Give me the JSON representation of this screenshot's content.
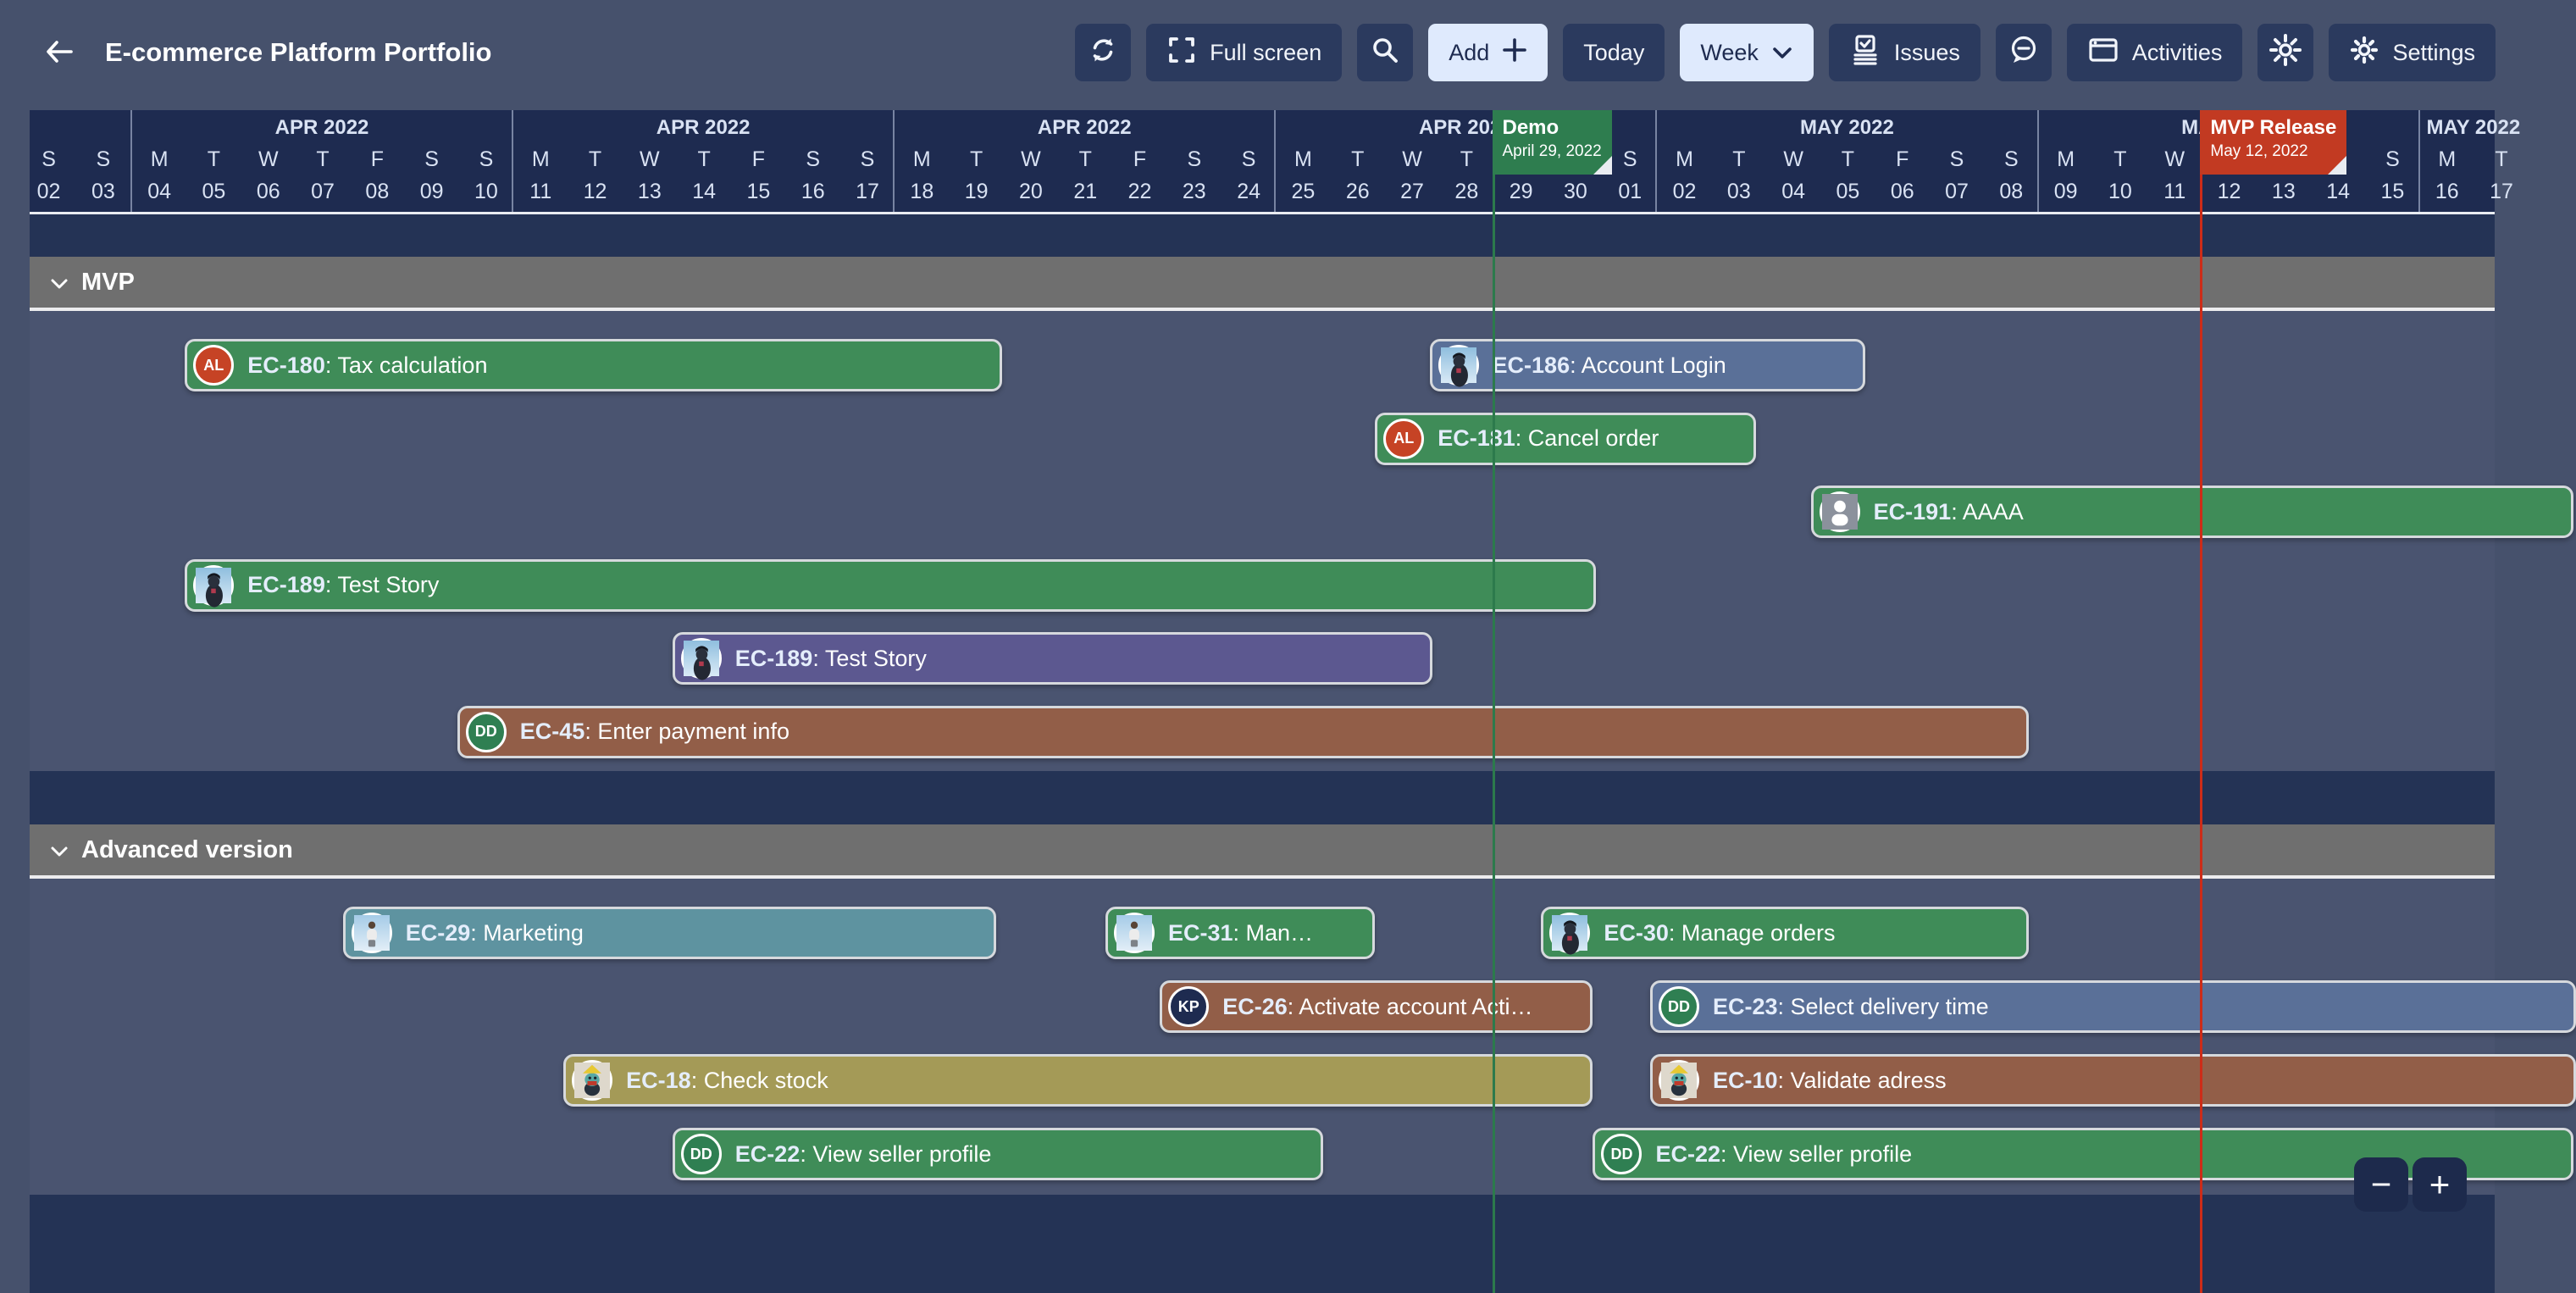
{
  "toolbar": {
    "title": "E-commerce Platform Portfolio",
    "buttons": [
      {
        "name": "refresh",
        "label": "",
        "icon": "refresh-icon",
        "style": "dark"
      },
      {
        "name": "fullscreen",
        "label": "Full screen",
        "icon": "fullscreen-icon",
        "style": "dark"
      },
      {
        "name": "search",
        "label": "",
        "icon": "search-icon",
        "style": "dark"
      },
      {
        "name": "add",
        "label": "Add",
        "icon": "plus-icon",
        "style": "light",
        "icon_position": "right"
      },
      {
        "name": "today",
        "label": "Today",
        "icon": "",
        "style": "dark"
      },
      {
        "name": "week",
        "label": "Week",
        "icon": "chevron-down-icon",
        "style": "light",
        "icon_position": "right"
      },
      {
        "name": "issues",
        "label": "Issues",
        "icon": "issues-icon",
        "style": "dark"
      },
      {
        "name": "comments",
        "label": "",
        "icon": "comment-icon",
        "style": "dark"
      },
      {
        "name": "activities",
        "label": "Activities",
        "icon": "activities-icon",
        "style": "dark"
      },
      {
        "name": "theme",
        "label": "",
        "icon": "sun-icon",
        "style": "dark"
      },
      {
        "name": "settings",
        "label": "Settings",
        "icon": "gear-icon",
        "style": "dark"
      }
    ]
  },
  "timeline": {
    "weeks": [
      {
        "start": 0,
        "month_label": "",
        "days": [
          {
            "d": "S",
            "n": "02"
          },
          {
            "d": "S",
            "n": "03"
          }
        ]
      },
      {
        "start": 2,
        "month_label": "APR 2022",
        "days": [
          {
            "d": "M",
            "n": "04"
          },
          {
            "d": "T",
            "n": "05"
          },
          {
            "d": "W",
            "n": "06"
          },
          {
            "d": "T",
            "n": "07"
          },
          {
            "d": "F",
            "n": "08"
          },
          {
            "d": "S",
            "n": "09"
          },
          {
            "d": "S",
            "n": "10"
          }
        ]
      },
      {
        "start": 9,
        "month_label": "APR 2022",
        "days": [
          {
            "d": "M",
            "n": "11"
          },
          {
            "d": "T",
            "n": "12"
          },
          {
            "d": "W",
            "n": "13"
          },
          {
            "d": "T",
            "n": "14"
          },
          {
            "d": "F",
            "n": "15"
          },
          {
            "d": "S",
            "n": "16"
          },
          {
            "d": "S",
            "n": "17"
          }
        ]
      },
      {
        "start": 16,
        "month_label": "APR 2022",
        "days": [
          {
            "d": "M",
            "n": "18"
          },
          {
            "d": "T",
            "n": "19"
          },
          {
            "d": "W",
            "n": "20"
          },
          {
            "d": "T",
            "n": "21"
          },
          {
            "d": "F",
            "n": "22"
          },
          {
            "d": "S",
            "n": "23"
          },
          {
            "d": "S",
            "n": "24"
          }
        ]
      },
      {
        "start": 23,
        "month_label": "APR 2022",
        "days": [
          {
            "d": "M",
            "n": "25"
          },
          {
            "d": "T",
            "n": "26"
          },
          {
            "d": "W",
            "n": "27"
          },
          {
            "d": "T",
            "n": "28"
          },
          {
            "d": "F",
            "n": "29"
          },
          {
            "d": "S",
            "n": "30"
          },
          {
            "d": "S",
            "n": "01"
          }
        ]
      },
      {
        "start": 30,
        "month_label": "MAY 2022",
        "days": [
          {
            "d": "M",
            "n": "02"
          },
          {
            "d": "T",
            "n": "03"
          },
          {
            "d": "W",
            "n": "04"
          },
          {
            "d": "T",
            "n": "05"
          },
          {
            "d": "F",
            "n": "06"
          },
          {
            "d": "S",
            "n": "07"
          },
          {
            "d": "S",
            "n": "08"
          }
        ]
      },
      {
        "start": 37,
        "month_label": "MAY 2022",
        "days": [
          {
            "d": "M",
            "n": "09"
          },
          {
            "d": "T",
            "n": "10"
          },
          {
            "d": "W",
            "n": "11"
          },
          {
            "d": "T",
            "n": "12"
          },
          {
            "d": "F",
            "n": "13"
          },
          {
            "d": "S",
            "n": "14"
          },
          {
            "d": "S",
            "n": "15"
          }
        ]
      },
      {
        "start": 44,
        "month_label": "MAY 2022",
        "days": [
          {
            "d": "M",
            "n": "16"
          },
          {
            "d": "T",
            "n": "17"
          }
        ]
      }
    ],
    "markers": [
      {
        "title": "Demo",
        "date": "April 29, 2022",
        "day": 27,
        "box_color": "#2e7d4f",
        "line_color": "#2c7a4c"
      },
      {
        "title": "MVP Release",
        "date": "May 12, 2022",
        "day": 40,
        "box_color": "#c23a22",
        "line_color": "#cd2c18"
      }
    ]
  },
  "sections": [
    {
      "label": "MVP",
      "tasks": [
        {
          "key": "EC-180",
          "title": "Tax calculation",
          "color": "#3f8c58",
          "row": 0,
          "start": 3.0,
          "duration": 15.0,
          "avatar": {
            "type": "initials",
            "text": "AL",
            "color": "#c64325"
          }
        },
        {
          "key": "EC-186",
          "title": "Account Login",
          "color": "#5a7098",
          "row": 0,
          "start": 25.85,
          "duration": 8.0,
          "avatar": {
            "type": "photo-beanie"
          }
        },
        {
          "key": "EC-181",
          "title": "Cancel order",
          "color": "#3f8c58",
          "row": 1,
          "start": 24.85,
          "duration": 7.0,
          "avatar": {
            "type": "initials",
            "text": "AL",
            "color": "#c64325"
          }
        },
        {
          "key": "EC-191",
          "title": "AAAA",
          "color": "#3f8c58",
          "row": 2,
          "start": 32.85,
          "duration": 14.0,
          "avatar": {
            "type": "person",
            "color": "#8b919c"
          }
        },
        {
          "key": "EC-189",
          "title": "Test Story",
          "color": "#3f8c58",
          "row": 3,
          "start": 3.0,
          "duration": 25.9,
          "avatar": {
            "type": "photo-beanie"
          }
        },
        {
          "key": "EC-189",
          "title": "Test Story",
          "color": "#5c5890",
          "row": 4,
          "start": 11.95,
          "duration": 13.95,
          "avatar": {
            "type": "photo-beanie"
          }
        },
        {
          "key": "EC-45",
          "title": "Enter payment info",
          "color": "#925e48",
          "row": 5,
          "start": 8.0,
          "duration": 28.85,
          "avatar": {
            "type": "initials",
            "text": "DD",
            "color": "#2f7f52"
          }
        }
      ]
    },
    {
      "label": "Advanced version",
      "tasks": [
        {
          "key": "EC-29",
          "title": "Marketing",
          "color": "#5e93a0",
          "row": 0,
          "start": 5.9,
          "duration": 12.0,
          "avatar": {
            "type": "photo-standing"
          }
        },
        {
          "key": "EC-31",
          "title": "Man…",
          "color": "#3f8c58",
          "row": 0,
          "start": 19.9,
          "duration": 4.95,
          "avatar": {
            "type": "photo-standing"
          }
        },
        {
          "key": "EC-30",
          "title": "Manage orders",
          "color": "#3f8c58",
          "row": 0,
          "start": 27.9,
          "duration": 8.95,
          "avatar": {
            "type": "photo-beanie"
          }
        },
        {
          "key": "EC-26",
          "title": "Activate account Acti…",
          "color": "#925e48",
          "row": 1,
          "start": 20.9,
          "duration": 7.95,
          "avatar": {
            "type": "initials",
            "text": "KP",
            "color": "#1e2b50"
          }
        },
        {
          "key": "EC-23",
          "title": "Select delivery time",
          "color": "#5a7098",
          "row": 1,
          "start": 29.9,
          "duration": 17.0,
          "avatar": {
            "type": "initials",
            "text": "DD",
            "color": "#2f7f52"
          }
        },
        {
          "key": "EC-18",
          "title": "Check stock",
          "color": "#a49a57",
          "row": 2,
          "start": 9.95,
          "duration": 18.9,
          "avatar": {
            "type": "cartoon"
          }
        },
        {
          "key": "EC-10",
          "title": "Validate adress",
          "color": "#925e48",
          "row": 2,
          "start": 29.9,
          "duration": 17.0,
          "avatar": {
            "type": "cartoon"
          }
        },
        {
          "key": "EC-22",
          "title": "View seller profile",
          "color": "#3f8c58",
          "row": 3,
          "start": 11.95,
          "duration": 11.95,
          "avatar": {
            "type": "initials",
            "text": "DD",
            "color": "#2f7f52"
          }
        },
        {
          "key": "EC-22",
          "title": "View seller profile",
          "color": "#3f8c58",
          "row": 3,
          "start": 28.85,
          "duration": 18.0,
          "avatar": {
            "type": "initials",
            "text": "DD",
            "color": "#2f7f52"
          }
        }
      ]
    }
  ],
  "zoom": {
    "minus_label": "−",
    "plus_label": "+"
  },
  "colors": {
    "page_bg": "#46516c",
    "header_bg": "#1e2b50",
    "body_bg": "#4a5470",
    "band_bg": "#243355",
    "section_header_bg": "#6f6f6f",
    "dark_button_bg": "#2b3a5e",
    "light_button_bg": "#dfeafd",
    "demo_green": "#2e7d4f",
    "release_red": "#c23a22"
  }
}
